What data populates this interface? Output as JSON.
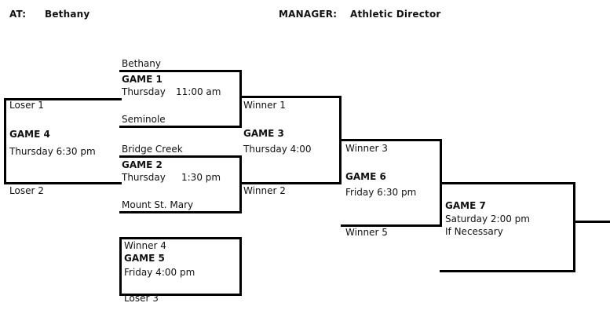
{
  "header": {
    "at_label": "AT:",
    "at_value": "Bethany",
    "manager_label": "MANAGER:",
    "manager_value": "Athletic Director"
  },
  "bracket": {
    "type": "double-elimination",
    "teams": [
      "Bethany",
      "Seminole",
      "Bridge Creek",
      "Mount St. Mary"
    ],
    "games": [
      {
        "id": "game-1",
        "name": "GAME 1",
        "day": "Thursday",
        "time": "11:00 am",
        "slot_top": "Bethany",
        "slot_bottom": "Seminole"
      },
      {
        "id": "game-2",
        "name": "GAME 2",
        "day": "Thursday",
        "time": "1:30 pm",
        "slot_top": "Bridge Creek",
        "slot_bottom": "Mount St. Mary"
      },
      {
        "id": "game-3",
        "name": "GAME 3",
        "day": "Thursday 4:00",
        "slot_top": "Winner 1",
        "slot_bottom": "Winner 2"
      },
      {
        "id": "game-4",
        "name": "GAME 4",
        "day": "Thursday 6:30 pm",
        "slot_top": "Loser 1",
        "slot_bottom": "Loser 2"
      },
      {
        "id": "game-5",
        "name": "GAME 5",
        "day": "Friday 4:00 pm",
        "slot_top": "Winner 4",
        "slot_bottom": "Loser 3"
      },
      {
        "id": "game-6",
        "name": "GAME 6",
        "day": "Friday 6:30 pm",
        "slot_top": "Winner 3",
        "slot_bottom": "Winner 5"
      },
      {
        "id": "game-7",
        "name": "GAME 7",
        "day": "Saturday 2:00 pm",
        "note": "If  Necessary"
      }
    ]
  },
  "colors": {
    "line": "#000000",
    "text": "#111111",
    "background": "#ffffff"
  }
}
